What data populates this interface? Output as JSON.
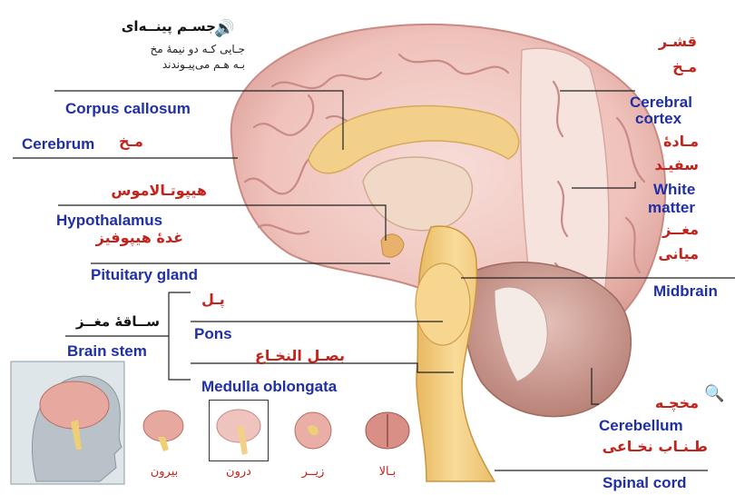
{
  "header": {
    "title_fa": "جسـم پینــه‌ای",
    "desc_line1": "جـایی کـه دو نیمهٔ مخ",
    "desc_line2": "بـه هـم می‌پیـوندند"
  },
  "labels": {
    "corpus_callosum": "Corpus callosum",
    "cerebrum_en": "Cerebrum",
    "cerebrum_fa": "مـخ",
    "hypothalamus_fa": "هیپوتـالاموس",
    "hypothalamus_en": "Hypothalamus",
    "pituitary_fa": "غدهٔ هیپوفیز",
    "pituitary_en": "Pituitary gland",
    "brainstem_fa": "ســاقهٔ مغــز",
    "brainstem_en": "Brain stem",
    "pons_fa": "پـل",
    "pons_en": "Pons",
    "medulla_fa": "بصـل النخـاع",
    "medulla_en": "Medulla oblongata",
    "cortex_fa_1": "قشـر",
    "cortex_fa_2": "مـخ",
    "cortex_en_1": "Cerebral",
    "cortex_en_2": "cortex",
    "white_fa_1": "مـادهٔ",
    "white_fa_2": "سفیـد",
    "white_en_1": "White",
    "white_en_2": "matter",
    "midbrain_fa_1": "مغــز",
    "midbrain_fa_2": "میانی",
    "midbrain_en": "Midbrain",
    "cerebellum_fa": "مخچـه",
    "cerebellum_en": "Cerebellum",
    "spinal_fa": "طـنـاب نخـاعی",
    "spinal_en": "Spinal cord"
  },
  "thumbnails": [
    {
      "caption": "بیرون",
      "icon": "brain-outside-icon"
    },
    {
      "caption": "درون",
      "icon": "brain-inside-icon",
      "selected": true
    },
    {
      "caption": "زیــر",
      "icon": "brain-bottom-icon"
    },
    {
      "caption": "بـالا",
      "icon": "brain-top-icon"
    }
  ],
  "icons": {
    "speaker": "speaker-icon",
    "magnifier": "magnifier-icon"
  },
  "colors": {
    "english_label": "#1f2fa8",
    "persian_label": "#c4231c",
    "brain_pink": "#f0c4be",
    "brain_fold": "#c98a84",
    "stem_yellow": "#f4d38a",
    "selection_border": "#333333"
  }
}
